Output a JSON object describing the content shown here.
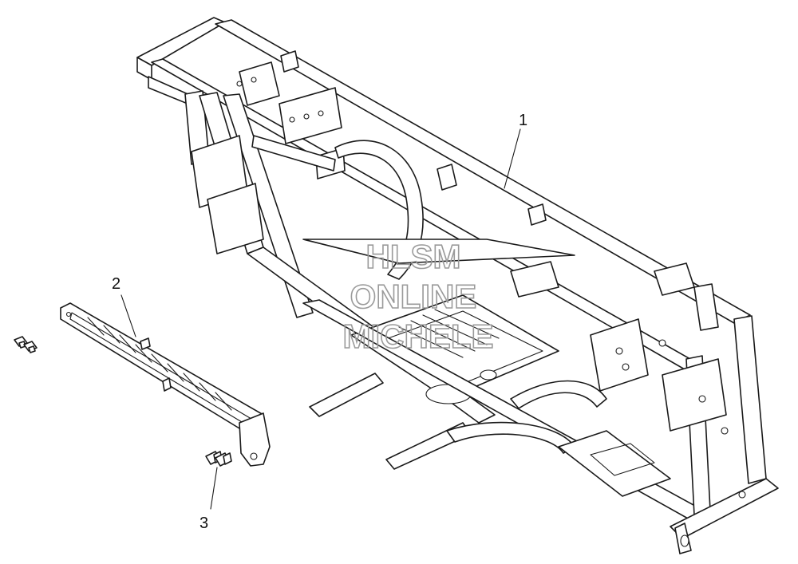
{
  "callouts": [
    {
      "id": "1",
      "label": "1"
    },
    {
      "id": "2",
      "label": "2"
    },
    {
      "id": "3",
      "label": "3"
    }
  ],
  "watermark": {
    "line1": "HLSM",
    "line2": "ONLINE",
    "line3": "MICHELE"
  },
  "colors": {
    "line": "#1a1a1a",
    "background": "#ffffff",
    "watermark": "#9a9a9a"
  }
}
